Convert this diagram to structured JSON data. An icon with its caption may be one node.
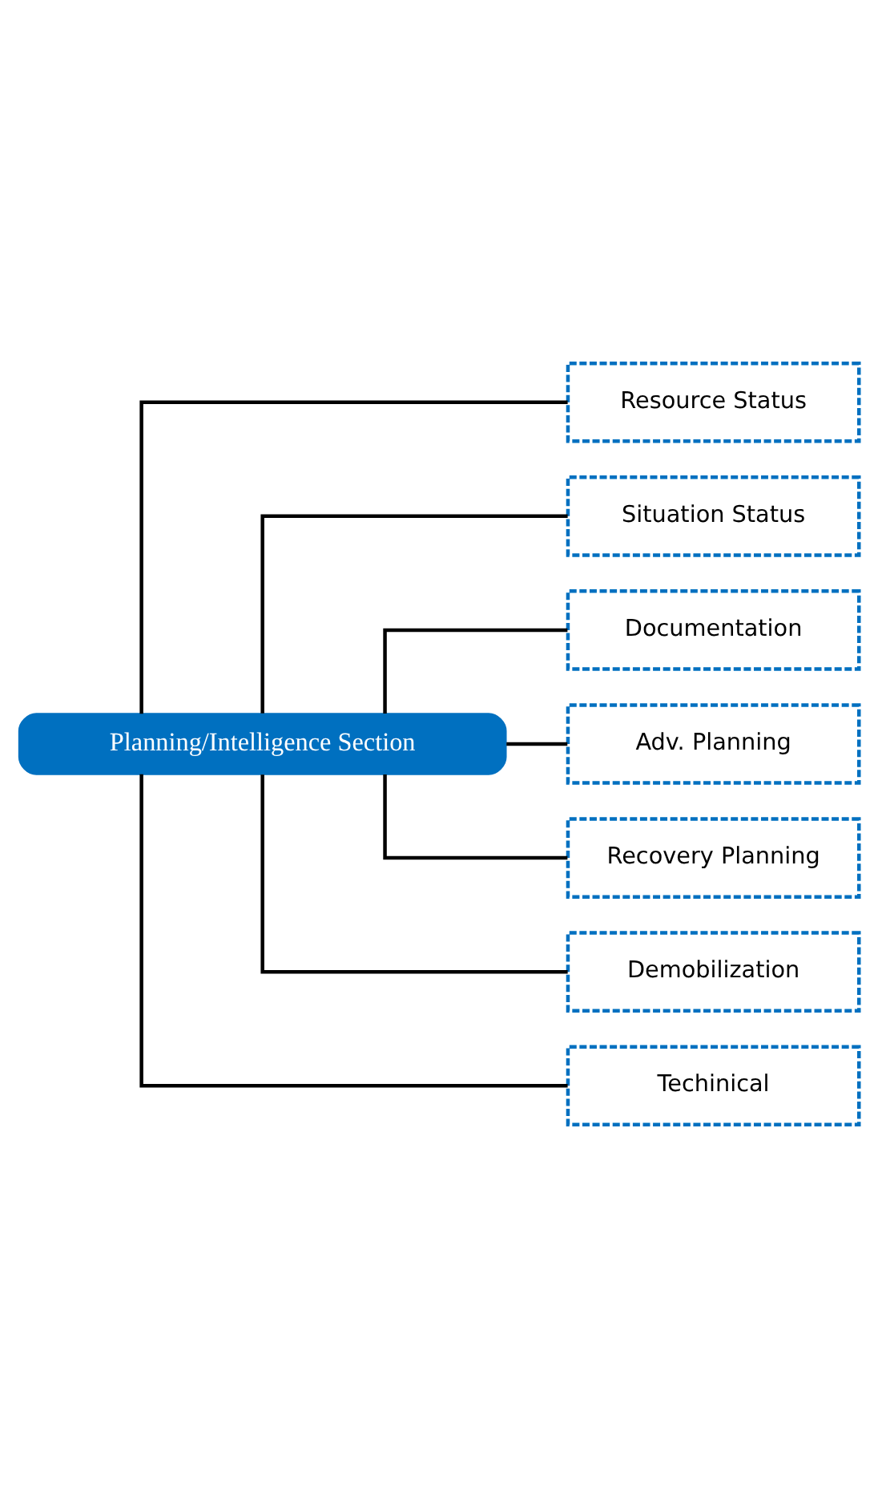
{
  "diagram": {
    "nodes": [
      {
        "text": [
          "Planning/Intelligence Section"
        ]
      },
      {
        "text": [
          "Resource Status"
        ]
      },
      {
        "text": [
          "Situation Status"
        ]
      },
      {
        "text": [
          "Documentation"
        ]
      },
      {
        "text": [
          "Adv. Planning"
        ]
      },
      {
        "text": [
          "Recovery Planning"
        ]
      },
      {
        "text": [
          "Demobilization"
        ]
      },
      {
        "text": [
          "Techinical"
        ]
      }
    ],
    "edges": [
      {
        "from": 0,
        "to": 1,
        "arrow": "none"
      },
      {
        "from": 0,
        "to": 2,
        "arrow": "none"
      },
      {
        "from": 0,
        "to": 3,
        "arrow": "none"
      },
      {
        "from": 0,
        "to": 4,
        "arrow": "none"
      },
      {
        "from": 0,
        "to": 5,
        "arrow": "none"
      },
      {
        "from": 0,
        "to": 6,
        "arrow": "none"
      },
      {
        "from": 0,
        "to": 7,
        "arrow": "none"
      }
    ]
  }
}
